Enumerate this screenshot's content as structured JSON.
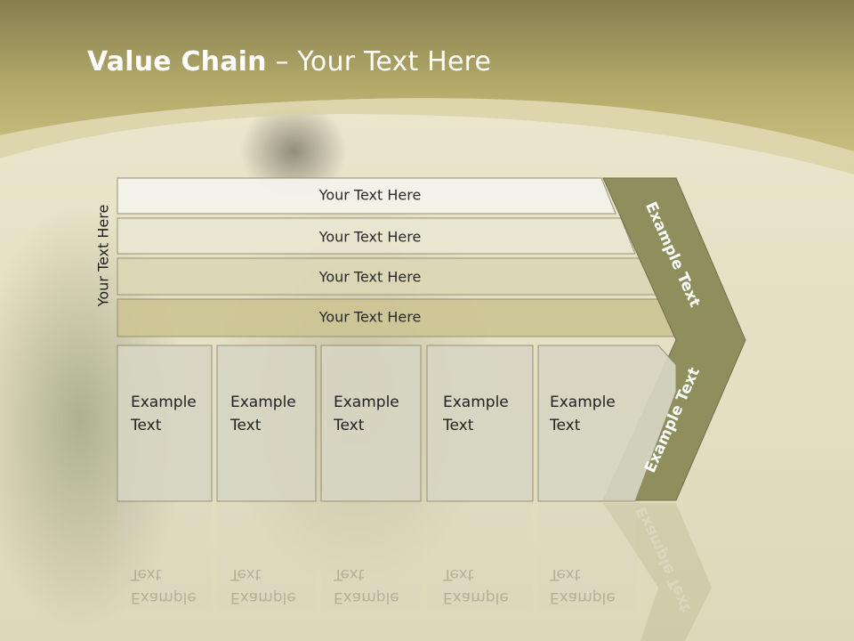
{
  "slide": {
    "title_bold": "Value Chain",
    "title_rest": " – Your Text Here",
    "vertical_label": "Your Text Here",
    "support_rows": [
      "Your Text Here",
      "Your Text Here",
      "Your Text Here",
      "Your Text Here"
    ],
    "primary_boxes": [
      "Example\nText",
      "Example\nText",
      "Example\nText",
      "Example\nText",
      "Example\nText"
    ],
    "chevron_top": "Example Text",
    "chevron_bottom": "Example Text"
  },
  "colors": {
    "header": "#b5ab6b",
    "header_dark": "#857f4e",
    "chevron": "#8f8f5e",
    "row_1": "#f5f3ea",
    "row_2": "#e9e6d2",
    "row_3": "#dcd8b6",
    "row_4": "#cdc594",
    "box_fill": "#d7d6c3",
    "border": "#8f8d70"
  }
}
